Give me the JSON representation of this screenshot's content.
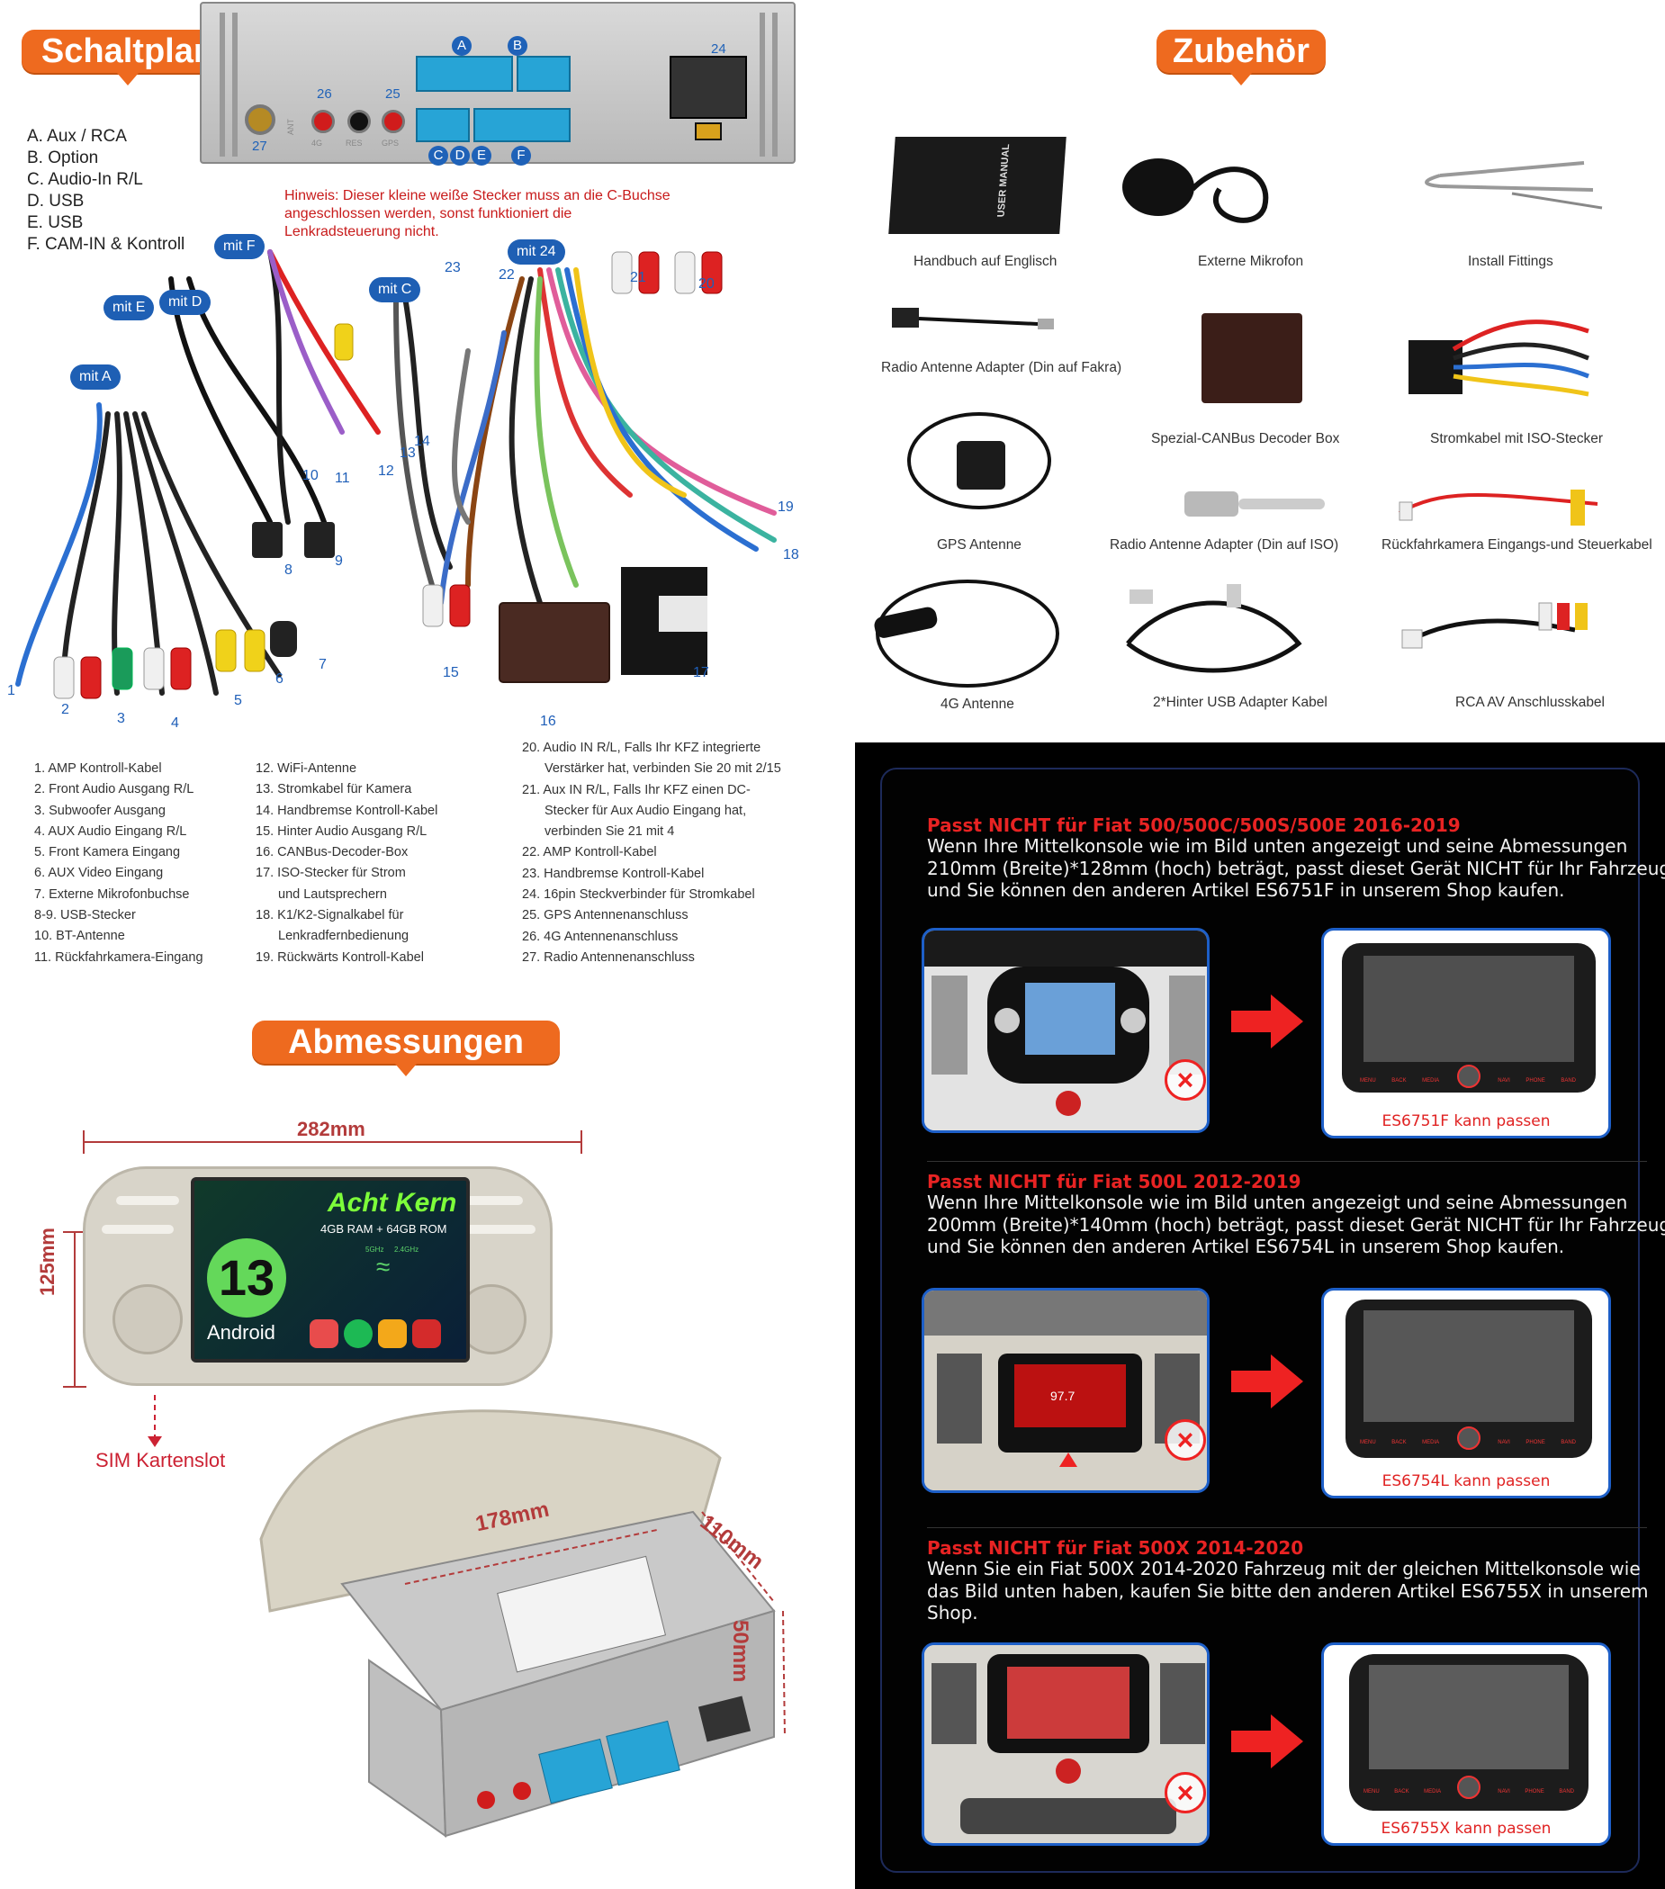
{
  "schaltplan": {
    "tag": "Schaltplan",
    "legend": [
      "A. Aux / RCA",
      "B. Option",
      "C. Audio-In R/L",
      "D. USB",
      "E. USB",
      "F. CAM-IN & Kontroll"
    ],
    "hint": "Hinweis: Dieser kleine weiße Stecker muss an die C-Buchse angeschlossen werden, sonst funktioniert die Lenkradsteuerung nicht.",
    "port_letters": [
      "A",
      "B",
      "C",
      "D",
      "E",
      "F"
    ],
    "port_numbers": [
      "24",
      "26",
      "25",
      "27"
    ],
    "unit_labels": {
      "gps": "GPS",
      "four_g": "4G",
      "radio": "ANT",
      "switch": "RES"
    },
    "pills": [
      "mit F",
      "mit E",
      "mit D",
      "mit A",
      "mit C",
      "mit 24"
    ],
    "cable_numbers": [
      "1",
      "2",
      "3",
      "4",
      "5",
      "6",
      "7",
      "8",
      "9",
      "10",
      "11",
      "12",
      "13",
      "14",
      "15",
      "16",
      "17",
      "18",
      "19",
      "20",
      "21",
      "22",
      "23"
    ],
    "col1": [
      "1. AMP Kontroll-Kabel",
      "2. Front Audio Ausgang R/L",
      "3. Subwoofer Ausgang",
      "4. AUX Audio Eingang R/L",
      "5. Front Kamera Eingang",
      "6. AUX Video Eingang",
      "7. Externe Mikrofonbuchse",
      "8-9. USB-Stecker",
      "10. BT-Antenne",
      "11. Rückfahrkamera-Eingang"
    ],
    "col2": [
      "12. WiFi-Antenne",
      "13. Stromkabel für Kamera",
      "14. Handbremse Kontroll-Kabel",
      "15. Hinter Audio Ausgang R/L",
      "16. CANBus-Decoder-Box",
      "17. ISO-Stecker für Strom",
      "und Lautsprechern",
      "18. K1/K2-Signalkabel für",
      "Lenkradfernbedienung",
      "19. Rückwärts Kontroll-Kabel"
    ],
    "col3": [
      "20. Audio IN R/L, Falls Ihr KFZ integrierte",
      "Verstärker hat, verbinden Sie 20 mit 2/15",
      "21. Aux IN R/L, Falls Ihr KFZ einen DC-",
      "Stecker für Aux Audio Eingang hat,",
      "verbinden Sie 21 mit 4",
      "22. AMP Kontroll-Kabel",
      "23. Handbremse Kontroll-Kabel",
      "24. 16pin Steckverbinder für Stromkabel",
      "25. GPS Antennenanschluss",
      "26. 4G Antennenanschluss",
      "27. Radio Antennenanschluss"
    ]
  },
  "zubehoer": {
    "tag": "Zubehör",
    "manual_cover": "USER MANUAL",
    "items": [
      "Handbuch auf Englisch",
      "Externe Mikrofon",
      "Install Fittings",
      "Radio Antenne Adapter (Din auf Fakra)",
      "Spezial-CANBus Decoder Box",
      "Stromkabel mit ISO-Stecker",
      "GPS Antenne",
      "Radio Antenne Adapter (Din auf ISO)",
      "Rückfahrkamera Eingangs-und Steuerkabel",
      "4G Antenne",
      "2*Hinter USB Adapter Kabel",
      "RCA AV Anschlusskabel"
    ]
  },
  "abmessungen": {
    "tag": "Abmessungen",
    "width": "282mm",
    "height": "125mm",
    "depth_top": "178mm",
    "depth_side": "110mm",
    "depth_height": "50mm",
    "sim": "SIM Kartenslot",
    "screen_title": "Acht Kern",
    "screen_spec": "4GB RAM + 64GB ROM",
    "android_version": "13",
    "android_label": "Android",
    "wifi_bands": [
      "5GHz",
      "2.4GHz"
    ]
  },
  "passt_nicht": {
    "blocks": [
      {
        "title": "Passt NICHT für Fiat 500/500C/500S/500E 2016-2019",
        "body": "Wenn Ihre Mittelkonsole wie im Bild unten angezeigt und seine Abmessungen 210mm (Breite)*128mm (hoch) beträgt, passt dieset Gerät NICHT für Ihr Fahrzeug und Sie können den anderen Artikel ES6751F in unserem Shop kaufen.",
        "result": "ES6751F kann passen"
      },
      {
        "title": "Passt NICHT für Fiat 500L 2012-2019",
        "body": "Wenn Ihre Mittelkonsole wie im Bild unten angezeigt und seine Abmessungen 200mm (Breite)*140mm (hoch) beträgt, passt dieset Gerät NICHT für Ihr Fahrzeug und Sie können den anderen Artikel ES6754L in unserem Shop kaufen.",
        "result": "ES6754L kann passen"
      },
      {
        "title": "Passt NICHT für Fiat 500X 2014-2020",
        "body": "Wenn Sie ein Fiat 500X 2014-2020 Fahrzeug mit der gleichen Mittelkonsole wie das Bild unten haben, kaufen Sie bitte den anderen Artikel ES6755X in unserem Shop.",
        "result": "ES6755X kann passen"
      }
    ],
    "radio_buttons": [
      "MENU",
      "BACK",
      "MEDIA",
      "NAVI",
      "PHONE",
      "BAND"
    ],
    "console_screen": "97.7"
  },
  "colors": {
    "orange": "#ee6a1f",
    "wire_blue": "#1e5fb4",
    "warn_red": "#e82323",
    "card_blue": "#1d5fc8"
  }
}
